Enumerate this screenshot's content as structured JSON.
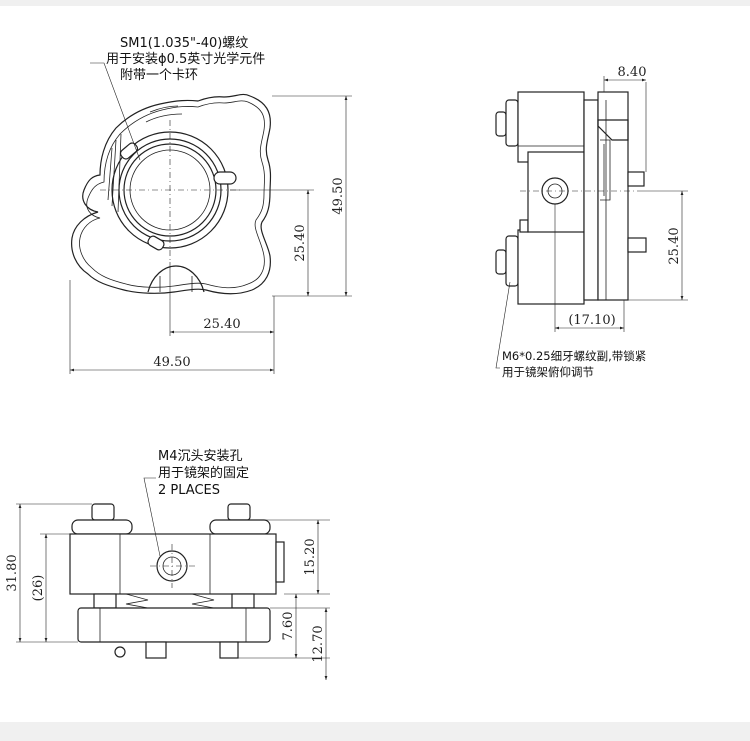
{
  "callouts": {
    "thread_note": [
      "SM1(1.035\"-40)螺纹",
      "用于安装ϕ0.5英寸光学元件",
      "附带一个卡环"
    ],
    "screw_note": [
      "M6*0.25细牙螺纹副,带锁紧",
      "用于镜架俯仰调节"
    ],
    "hole_note": [
      "M4沉头安装孔",
      "用于镜架的固定",
      "2 PLACES"
    ]
  },
  "dimensions": {
    "front_height": "49.50",
    "front_center_height": "25.40",
    "front_center_width": "25.40",
    "front_width": "49.50",
    "side_top_offset": "8.40",
    "side_center_height": "25.40",
    "side_ref_width": "(17.10)",
    "bottom_total_height": "31.80",
    "bottom_ref_height": "(26)",
    "bottom_upper_height": "15.20",
    "bottom_mid_height": "7.60",
    "bottom_lower_height": "12.70"
  }
}
